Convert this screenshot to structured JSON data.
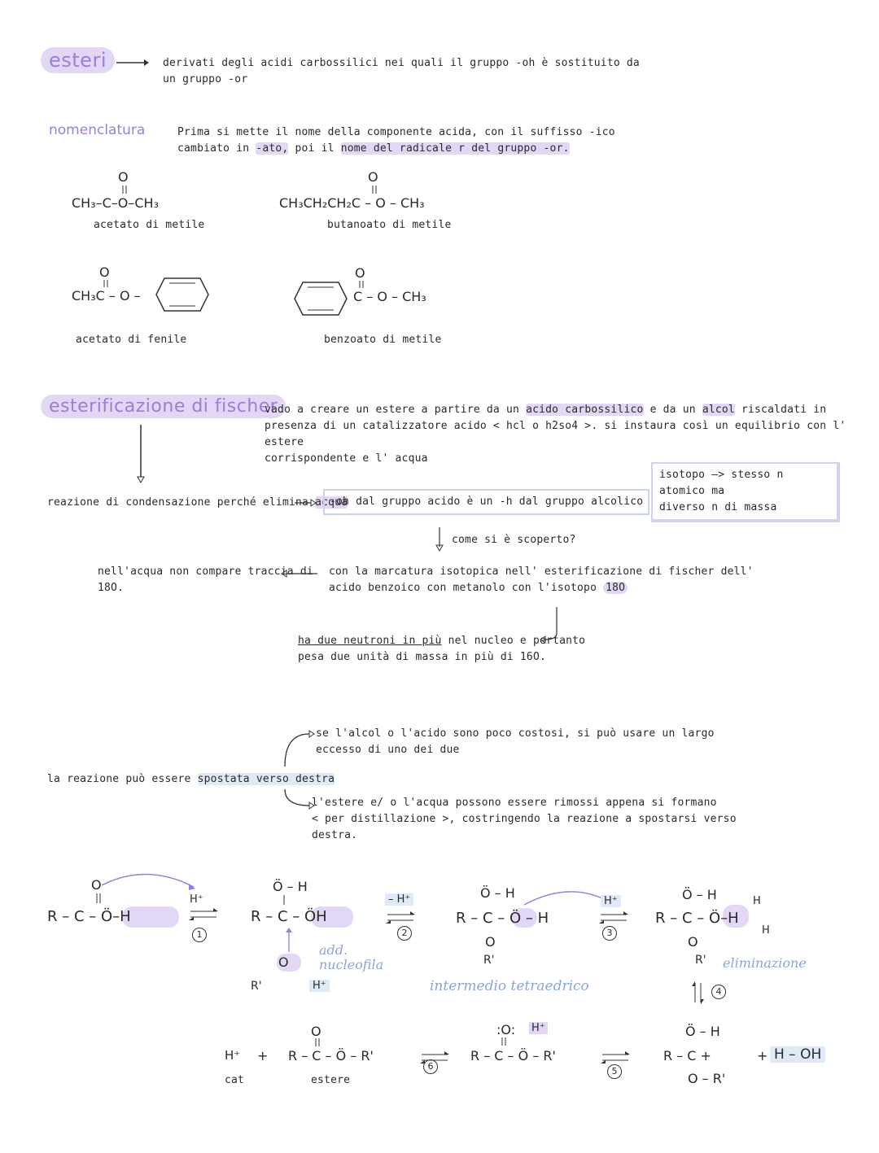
{
  "esteri": {
    "title": "esteri",
    "definition_line1": "derivati degli acidi carbossilici nei quali il gruppo -oh è sostituito da",
    "definition_line2": "un gruppo -or"
  },
  "nomenclatura": {
    "label": "nomenclatura",
    "text_line1": "Prima si mette il nome della componente acida, con il suffisso -ico",
    "text_line2_a": "cambiato in ",
    "text_line2_b": "-ato,",
    "text_line2_c": " poi il ",
    "text_line2_d": "nome del radicale r del gruppo -or."
  },
  "examples": {
    "ex1_formula": "CH₃–C–O–CH₃",
    "ex1_name": "acetato di metile",
    "ex2_formula": "CH₃CH₂CH₂C – O – CH₃",
    "ex2_name": "butanoato di metile",
    "ex3_formula": "CH₃C – O –",
    "ex3_name": "acetato di fenile",
    "ex4_formula": "C – O – CH₃",
    "ex4_name": "benzoato di metile",
    "carbonyl_o": "O"
  },
  "fischer": {
    "title": "esterificazione di fischer",
    "desc_line1_a": "vado a creare un estere a partire da un ",
    "desc_line1_b": "acido carbossilico",
    "desc_line1_c": " e da un ",
    "desc_line1_d": "alcol",
    "desc_line1_e": " riscaldati in",
    "desc_line2": "presenza di un catalizzatore acido < hcl o h2so4 >. si instaura così un equilibrio con l' estere",
    "desc_line3": "corrispondente e l' acqua",
    "condensazione_a": "reazione di condensazione perché elimina ",
    "condensazione_b": "acqua",
    "box_text": "-oh dal gruppo acido è un -h dal gruppo alcolico",
    "isotopo_line1": "isotopo —> stesso n atomico ma",
    "isotopo_line2": "diverso n di massa",
    "come_scoperto": "come si è scoperto?",
    "marcatura_line1": "con la marcatura isotopica nell' esterificazione di fischer dell'",
    "marcatura_line2_a": "acido benzoico con metanolo con l'isotopo ",
    "marcatura_line2_b": "18O",
    "acqua_line1": "nell'acqua non compare traccia di",
    "acqua_line2": "18O.",
    "neutroni_line1_a": "ha due neutroni in più",
    "neutroni_line1_b": " nel nucleo e pertanto",
    "neutroni_line2": "pesa due unità di massa in più di 16O."
  },
  "spostamento": {
    "main_a": "la reazione può essere ",
    "main_b": "spostata verso destra",
    "opt1_line1": "se l'alcol o l'acido sono poco costosi, si può usare un largo",
    "opt1_line2": "eccesso di uno dei due",
    "opt2_line1": "l'estere e/ o l'acqua possono essere rimossi appena si formano",
    "opt2_line2": "< per distillazione >, costringendo la reazione a spostarsi verso",
    "opt2_line3": "destra."
  },
  "mechanism": {
    "s1": "R – C – Ö–H",
    "hplus": "H⁺",
    "hplus_neg": "– H⁺",
    "step1": "1",
    "step2": "2",
    "step3": "3",
    "step4": "4",
    "step5": "5",
    "step6": "6",
    "add_label_1": "add.",
    "add_label_2": "nucleofila",
    "intermedio": "intermedio tetraedrico",
    "eliminazione": "eliminazione",
    "product_hplus": "H⁺",
    "plus": "+",
    "cat": "cat",
    "estere": "estere",
    "water": "H – OH",
    "s2": "R – C – ÖH",
    "s3": "R – C – Ö – H",
    "s6": "R – C – Ö – R'",
    "s7": "R – C – Ö – R'",
    "r_prime": "R'",
    "oh_top": "Ö – H"
  }
}
